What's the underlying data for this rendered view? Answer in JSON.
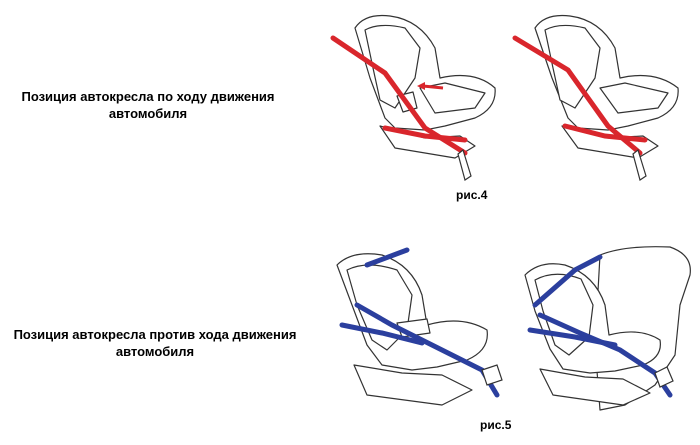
{
  "sections": [
    {
      "caption_line1": "Позиция автокресла по ходу движения",
      "caption_line2": "автомобиля",
      "figure_label": "рис.4",
      "belt_color": "#d9262c"
    },
    {
      "caption_line1": "Позиция автокресла против хода движения",
      "caption_line2": "автомобиля",
      "figure_label": "рис.5",
      "belt_color": "#2b3f9e"
    }
  ],
  "colors": {
    "outline": "#333333",
    "seat_fill": "#ffffff",
    "arrow": "#d9262c"
  }
}
